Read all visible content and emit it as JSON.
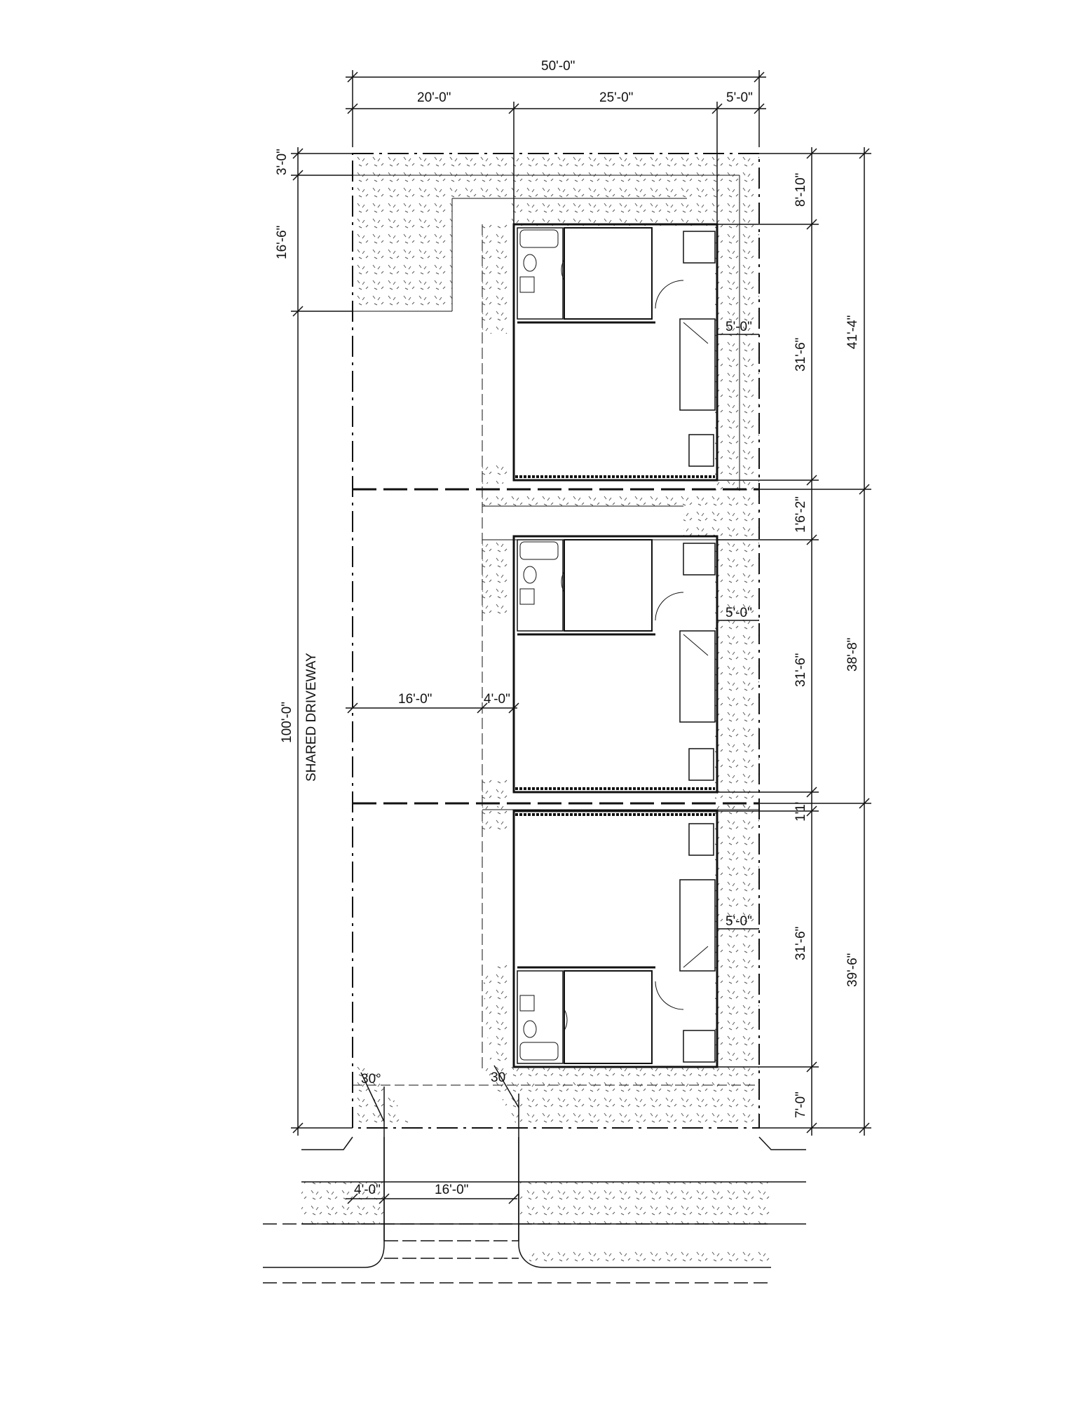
{
  "drawing": {
    "driveway_label": "SHARED DRIVEWAY",
    "ink_color": "#111111",
    "hatch_color": "#555555"
  },
  "dims": {
    "overall_width": "50'-0\"",
    "width_20": "20'-0\"",
    "width_25": "25'-0\"",
    "width_5": "5'-0\"",
    "rear_3": "3'-0\"",
    "rear_16_6": "16'-6\"",
    "overall_depth": "100'-0\"",
    "setback_8_10": "8'-10\"",
    "unit1_depth": "31'-6\"",
    "unit1_side": "5'-0\"",
    "lot1": "41'-4\"",
    "gap_1_6_2": "1'6'-2\"",
    "unit2_depth": "31'-6\"",
    "unit2_side": "5'-0\"",
    "lot2": "38'-8\"",
    "gap_1_1": "1'1'",
    "unit3_depth": "31'-6\"",
    "unit3_side": "5'-0\"",
    "lot3": "39'-6\"",
    "front_7": "7'-0\"",
    "drive_16": "16'-0\"",
    "drive_4": "4'-0\"",
    "street_4": "4'-0\"",
    "street_16": "16'-0\"",
    "angle_left": "30°",
    "angle_right": "30"
  }
}
